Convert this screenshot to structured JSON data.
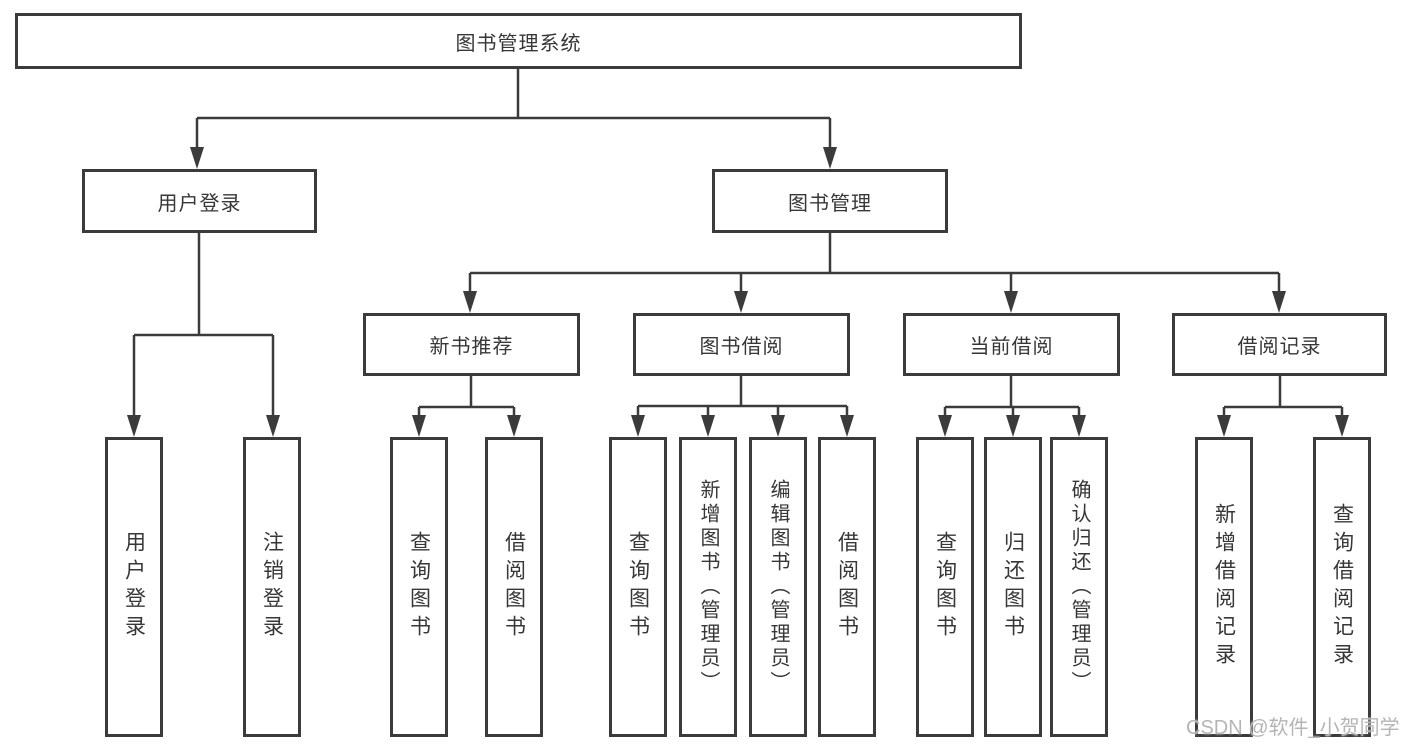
{
  "title": "图书管理系统",
  "watermark": "CSDN @软件_小贺同学",
  "colors": {
    "line": "#3b3b3b",
    "text": "#373737",
    "background": "#ffffff",
    "watermark": "#b5b5b5"
  },
  "tree": {
    "label": "图书管理系统",
    "children": [
      {
        "label": "用户登录",
        "children": [
          {
            "label": "用户登录"
          },
          {
            "label": "注销登录"
          }
        ]
      },
      {
        "label": "图书管理",
        "children": [
          {
            "label": "新书推荐",
            "children": [
              {
                "label": "查询图书"
              },
              {
                "label": "借阅图书"
              }
            ]
          },
          {
            "label": "图书借阅",
            "children": [
              {
                "label": "查询图书"
              },
              {
                "label": "新增图书（管理员）"
              },
              {
                "label": "编辑图书（管理员）"
              },
              {
                "label": "借阅图书"
              }
            ]
          },
          {
            "label": "当前借阅",
            "children": [
              {
                "label": "查询图书"
              },
              {
                "label": "归还图书"
              },
              {
                "label": "确认归还（管理员）"
              }
            ]
          },
          {
            "label": "借阅记录",
            "children": [
              {
                "label": "新增借阅记录"
              },
              {
                "label": "查询借阅记录"
              }
            ]
          }
        ]
      }
    ]
  }
}
